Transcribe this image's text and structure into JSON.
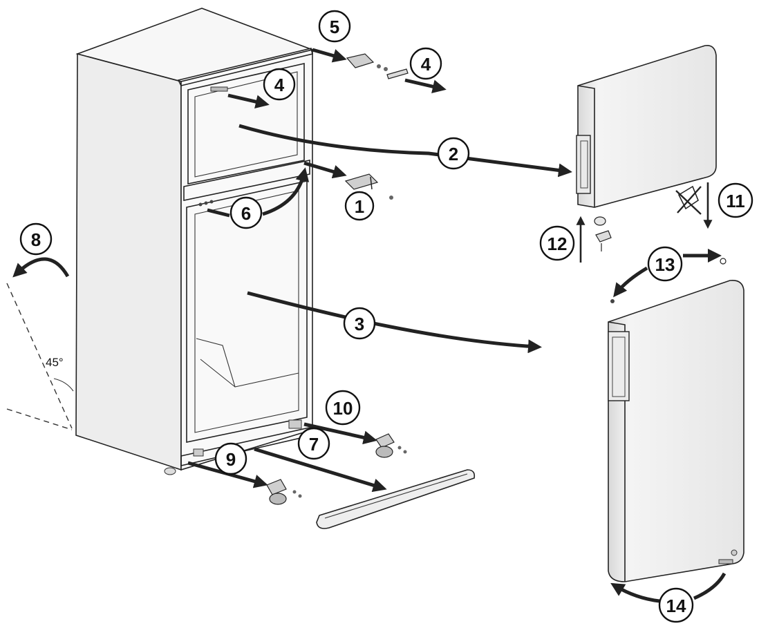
{
  "callouts": {
    "c1": "1",
    "c2": "2",
    "c3": "3",
    "c4a": "4",
    "c4b": "4",
    "c5": "5",
    "c6": "6",
    "c7": "7",
    "c8": "8",
    "c9": "9",
    "c10": "10",
    "c11": "11",
    "c12": "12",
    "c13": "13",
    "c14": "14"
  },
  "angle_label": "45°",
  "colors": {
    "line": "#222222",
    "panel_light": "#f3f3f3",
    "panel_mid": "#e2e2e2",
    "panel_dark": "#cfcfcf"
  }
}
